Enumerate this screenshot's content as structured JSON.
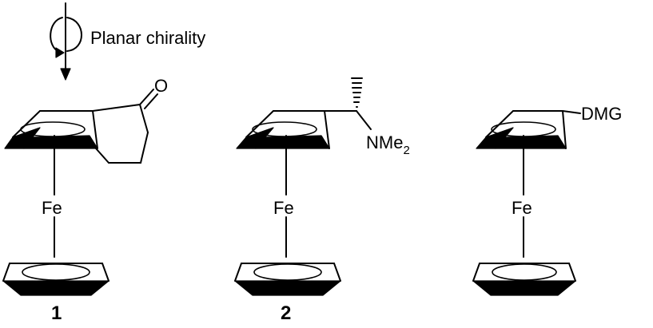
{
  "annotation": {
    "text": "Planar chirality"
  },
  "compounds": [
    {
      "id": "1",
      "metal": "Fe",
      "carbonyl": "O"
    },
    {
      "id": "2",
      "metal": "Fe",
      "amine": "NMe",
      "amine_subscript": "2"
    },
    {
      "id": "",
      "metal": "Fe",
      "group": "DMG"
    }
  ]
}
